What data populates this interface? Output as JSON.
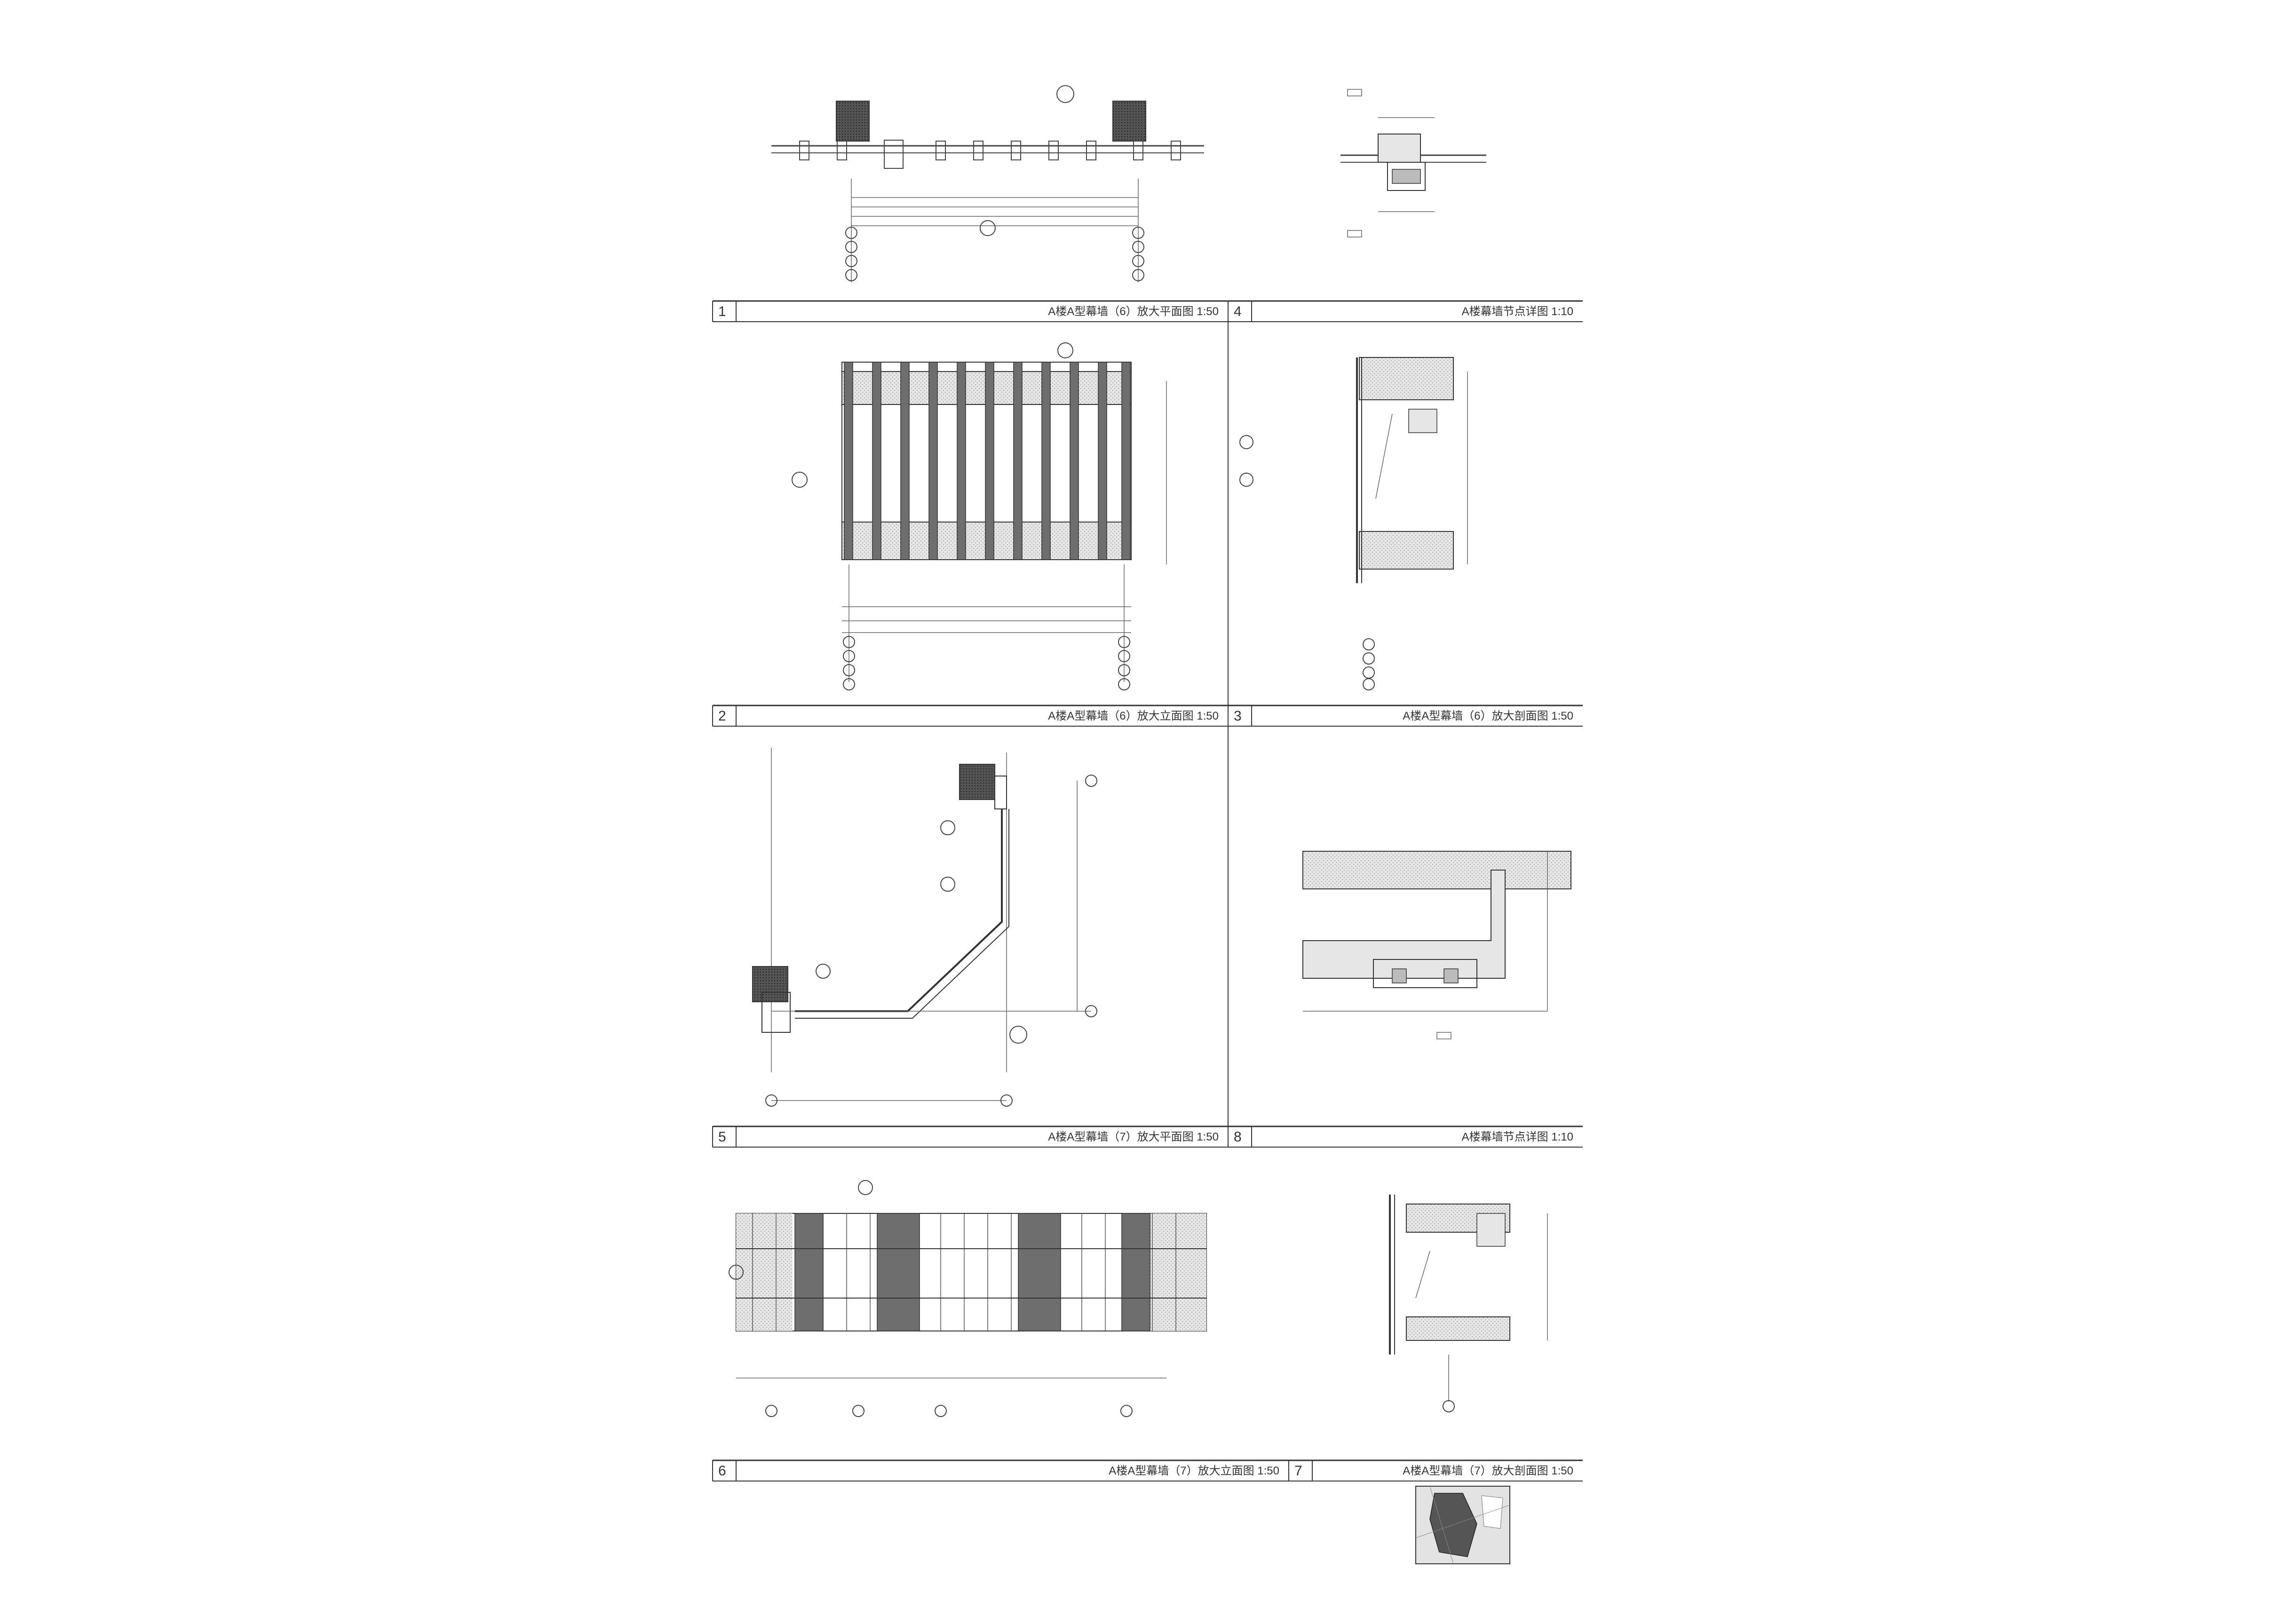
{
  "sheet": {
    "title_block_numbers": [
      "1",
      "4",
      "2",
      "3",
      "5",
      "8",
      "6",
      "7"
    ],
    "drawings": [
      {
        "id": "d1",
        "number": "1",
        "title": "A楼A型幕墙（6）放大平面图",
        "scale": "1:50"
      },
      {
        "id": "d4",
        "number": "4",
        "title": "A楼幕墙节点详图",
        "scale": "1:10"
      },
      {
        "id": "d2",
        "number": "2",
        "title": "A楼A型幕墙（6）放大立面图",
        "scale": "1:50"
      },
      {
        "id": "d3",
        "number": "3",
        "title": "A楼A型幕墙（6）放大剖面图",
        "scale": "1:50"
      },
      {
        "id": "d5",
        "number": "5",
        "title": "A楼A型幕墙（7）放大平面图",
        "scale": "1:50"
      },
      {
        "id": "d8",
        "number": "8",
        "title": "A楼幕墙节点详图",
        "scale": "1:10"
      },
      {
        "id": "d6",
        "number": "6",
        "title": "A楼A型幕墙（7）放大立面图",
        "scale": "1:50"
      },
      {
        "id": "d7",
        "number": "7",
        "title": "A楼A型幕墙（7）放大剖面图",
        "scale": "1:50"
      }
    ]
  },
  "colors": {
    "line": "#444444",
    "fill_dark": "#6e6e6e",
    "fill_hatch": "#bdbdbd",
    "fill_light": "#d9d9d9",
    "paper": "#ffffff"
  }
}
